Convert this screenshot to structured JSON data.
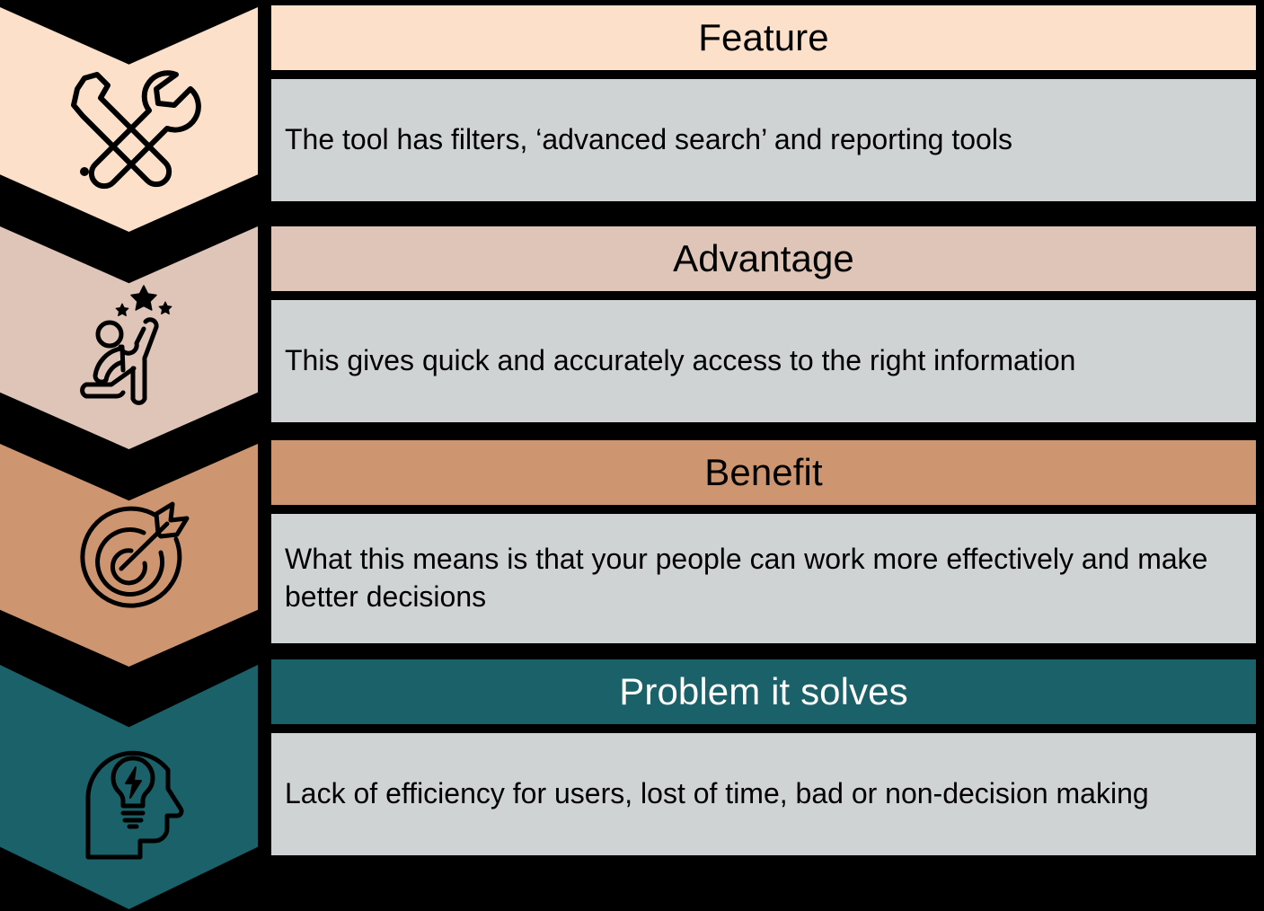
{
  "diagram": {
    "title": "Feature Advantage Benefit Problem chevron diagram",
    "background_color": "#000000",
    "body_fill": "#D0D3D4",
    "stroke_color": "#000000"
  },
  "rows": [
    {
      "id": "feature",
      "header_label": "Feature",
      "header_bg": "#FCE0CA",
      "header_text_color": "#000000",
      "body_text": "The tool has filters, ‘advanced search’ and reporting tools",
      "chevron_fill": "#FCE0CA",
      "icon_name": "tools-icon"
    },
    {
      "id": "advantage",
      "header_label": "Advantage",
      "header_bg": "#DEC5B8",
      "header_text_color": "#000000",
      "body_text": "This gives quick and accurately access to the right information",
      "chevron_fill": "#DEC5B8",
      "icon_name": "person-reaching-stars-icon"
    },
    {
      "id": "benefit",
      "header_label": "Benefit",
      "header_bg": "#CE9670",
      "header_text_color": "#000000",
      "body_text": "What this means is that your people can work more effectively and make better decisions",
      "chevron_fill": "#CE9670",
      "icon_name": "target-arrow-icon"
    },
    {
      "id": "problem-it-solves",
      "header_label": "Problem it solves",
      "header_bg": "#1A6169",
      "header_text_color": "#FFFFFF",
      "body_text": "Lack of efficiency for users, lost of time, bad or non-decision making",
      "chevron_fill": "#1A6169",
      "icon_name": "head-lightbulb-icon"
    }
  ]
}
